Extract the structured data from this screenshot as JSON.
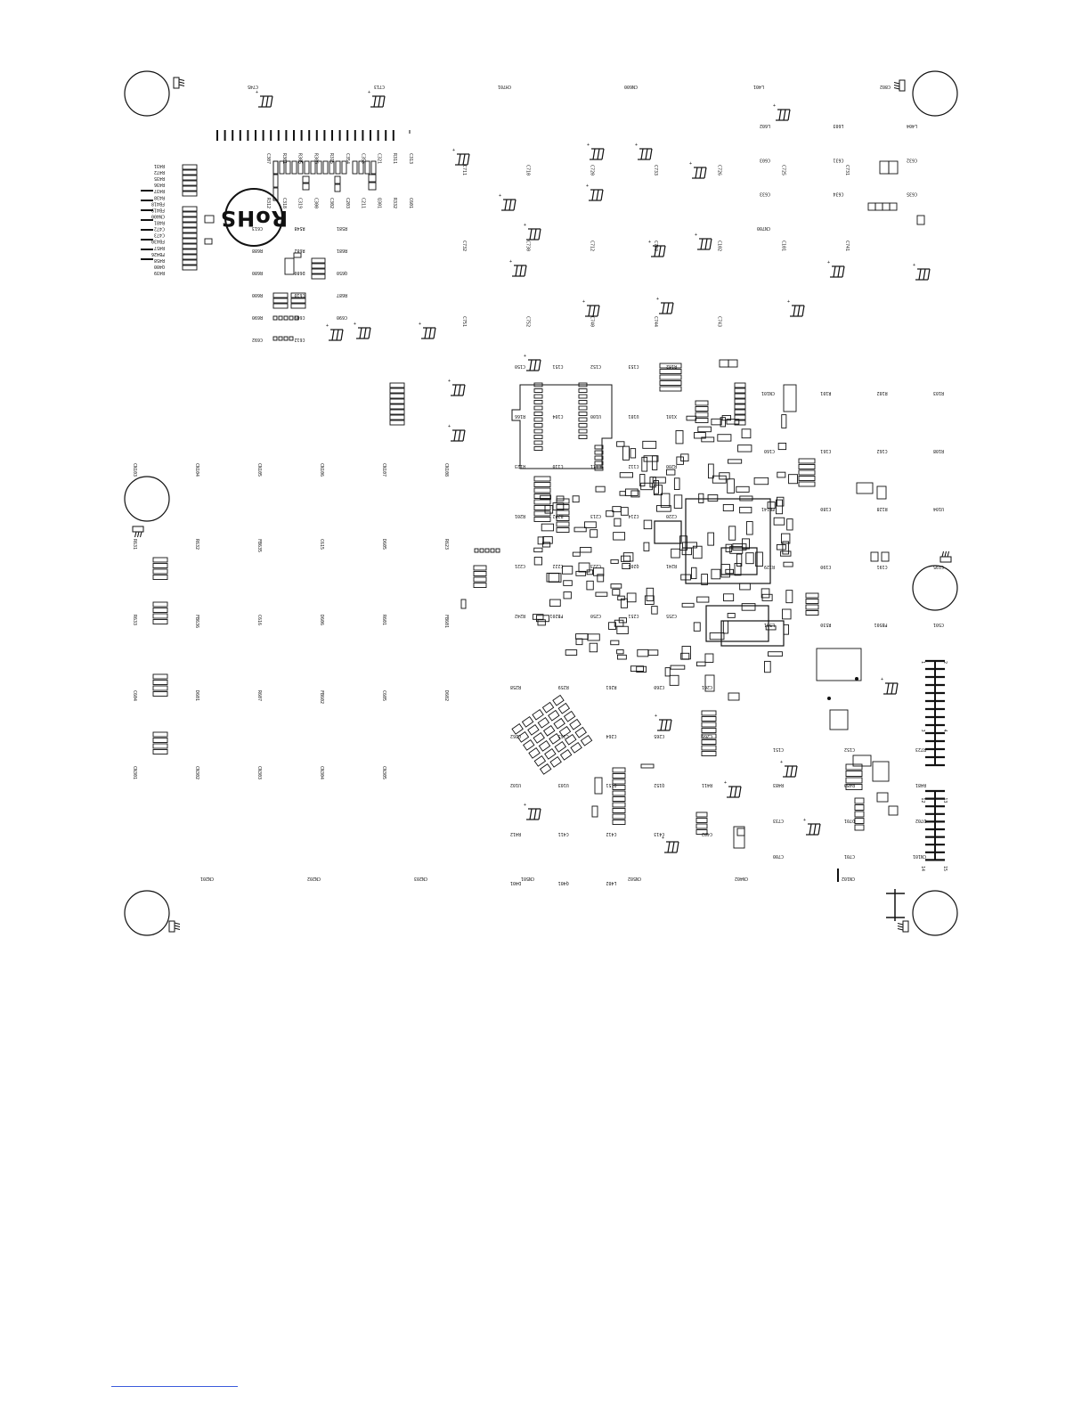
{
  "drawing": {
    "title": "PCB silkscreen layout (bottom side, mirrored)",
    "rohs_mark": "RoHS",
    "colors": {
      "ink": "#111111",
      "paper": "#ffffff",
      "footer_line": "#3b5bdb"
    }
  },
  "labels": {
    "top_edge": [
      "C745",
      "C713",
      "CH701",
      "CN600",
      "L401",
      "C802"
    ],
    "left_block": [
      "R431",
      "R472",
      "R435",
      "R436",
      "R437",
      "R438",
      "FB418",
      "FB419",
      "CN400",
      "R481",
      "C472",
      "C473",
      "FB430",
      "R457",
      "FB426",
      "R458",
      "Q400",
      "R439"
    ],
    "mid_upper": [
      "C307",
      "R301",
      "R305",
      "R306",
      "R315",
      "C354",
      "C355",
      "C321",
      "R311",
      "C313",
      "R312",
      "C318",
      "C319",
      "C300",
      "C302",
      "C203",
      "C211",
      "Q301",
      "R332",
      "C601"
    ],
    "rohs_area": [
      "C613",
      "R548",
      "R581",
      "R688",
      "R682",
      "R681",
      "R680",
      "D680",
      "Q650",
      "R600",
      "C610",
      "R687",
      "R690",
      "C609",
      "C690",
      "C692",
      "C612"
    ],
    "caps_upper": [
      "C711",
      "C710",
      "C720",
      "C733",
      "C726",
      "C725",
      "C731",
      "C732",
      "C730",
      "C712",
      "C703",
      "C102",
      "C101",
      "C741",
      "C751",
      "C752",
      "C740",
      "C744",
      "C743"
    ],
    "right_upper": [
      "L602",
      "L603",
      "L404",
      "C603",
      "C631",
      "C632",
      "C633",
      "C634",
      "C635",
      "CN700"
    ],
    "center": [
      "C150",
      "C151",
      "C152",
      "C153",
      "R162",
      "R166",
      "C104",
      "U100",
      "U101",
      "X101",
      "R123",
      "C110",
      "C111",
      "C112",
      "R200",
      "R201",
      "R202",
      "C213",
      "C214",
      "C220",
      "C221",
      "C222",
      "C223",
      "Q201",
      "R241",
      "R242",
      "FB201",
      "C250",
      "C251",
      "C255"
    ],
    "left_mid": [
      "CN103",
      "CN104",
      "CN105",
      "CN106",
      "CN107",
      "CN108",
      "R631",
      "R632",
      "FB635",
      "C615",
      "D605",
      "R623",
      "R633",
      "FB636",
      "C616",
      "D606",
      "R601",
      "FB601",
      "C604",
      "D601",
      "R607",
      "FB602",
      "C605",
      "D602",
      "CN301",
      "CN302",
      "CN303",
      "CN304",
      "CN305"
    ],
    "right_mid": [
      "CN101",
      "R101",
      "R102",
      "R103",
      "C160",
      "C161",
      "C162",
      "R108",
      "FB141",
      "C180",
      "R128",
      "U104",
      "R129",
      "C190",
      "C191",
      "C195",
      "L501",
      "R530",
      "FB501",
      "C501"
    ],
    "lower_center": [
      "R258",
      "R259",
      "R261",
      "C260",
      "C261",
      "C262",
      "C263",
      "C264",
      "C265",
      "C266",
      "U102",
      "U103",
      "Q151",
      "Q152",
      "R411",
      "R412",
      "C411",
      "C412",
      "C413",
      "C402",
      "D401",
      "Q401",
      "L402"
    ],
    "right_lower": [
      "C151",
      "C152",
      "R723",
      "R483",
      "R480",
      "R481",
      "C733",
      "D701",
      "D702",
      "C700",
      "C701",
      "CN101"
    ],
    "bottom_edge": [
      "CN201",
      "CN202",
      "CN203",
      "CN501",
      "CN502",
      "CN402",
      "CN102"
    ],
    "headers": [
      "1",
      "2",
      "3",
      "4",
      "12",
      "13",
      "14",
      "15"
    ]
  }
}
